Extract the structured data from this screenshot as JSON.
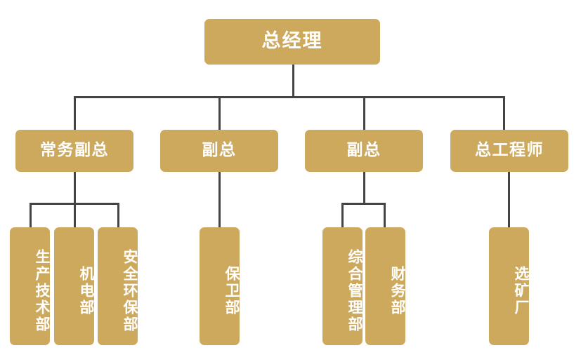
{
  "chart_data": {
    "type": "diagram",
    "diagram_type": "organization-chart",
    "title": "",
    "colors": {
      "node_fill": "#cda95e",
      "node_text": "#ffffff",
      "connector": "#444444",
      "background": "#ffffff"
    },
    "orientation": "top-down",
    "levels": 3,
    "nodes": [
      {
        "id": "n0",
        "label": "总经理",
        "level": 0,
        "parent": null,
        "orientation": "horizontal"
      },
      {
        "id": "n1",
        "label": "常务副总",
        "level": 1,
        "parent": "n0",
        "orientation": "horizontal"
      },
      {
        "id": "n2",
        "label": "副总",
        "level": 1,
        "parent": "n0",
        "orientation": "horizontal"
      },
      {
        "id": "n3",
        "label": "副总",
        "level": 1,
        "parent": "n0",
        "orientation": "horizontal"
      },
      {
        "id": "n4",
        "label": "总工程师",
        "level": 1,
        "parent": "n0",
        "orientation": "horizontal"
      },
      {
        "id": "n5",
        "label": "生产技术部",
        "level": 2,
        "parent": "n1",
        "orientation": "vertical"
      },
      {
        "id": "n6",
        "label": "机电部",
        "level": 2,
        "parent": "n1",
        "orientation": "vertical"
      },
      {
        "id": "n7",
        "label": "安全环保部",
        "level": 2,
        "parent": "n1",
        "orientation": "vertical"
      },
      {
        "id": "n8",
        "label": "保卫部",
        "level": 2,
        "parent": "n2",
        "orientation": "vertical"
      },
      {
        "id": "n9",
        "label": "综合管理部",
        "level": 2,
        "parent": "n3",
        "orientation": "vertical"
      },
      {
        "id": "n10",
        "label": "财务部",
        "level": 2,
        "parent": "n3",
        "orientation": "vertical"
      },
      {
        "id": "n11",
        "label": "选矿厂",
        "level": 2,
        "parent": "n4",
        "orientation": "vertical"
      }
    ],
    "edges": [
      {
        "from": "n0",
        "to": "n1"
      },
      {
        "from": "n0",
        "to": "n2"
      },
      {
        "from": "n0",
        "to": "n3"
      },
      {
        "from": "n0",
        "to": "n4"
      },
      {
        "from": "n1",
        "to": "n5"
      },
      {
        "from": "n1",
        "to": "n6"
      },
      {
        "from": "n1",
        "to": "n7"
      },
      {
        "from": "n2",
        "to": "n8"
      },
      {
        "from": "n3",
        "to": "n9"
      },
      {
        "from": "n3",
        "to": "n10"
      },
      {
        "from": "n4",
        "to": "n11"
      }
    ]
  },
  "org": {
    "root": {
      "label": "总经理"
    },
    "level1": [
      {
        "label": "常务副总"
      },
      {
        "label": "副总"
      },
      {
        "label": "副总"
      },
      {
        "label": "总工程师"
      }
    ],
    "level2": [
      {
        "label": "生产技术部"
      },
      {
        "label": "机电部"
      },
      {
        "label": "安全环保部"
      },
      {
        "label": "保卫部"
      },
      {
        "label": "综合管理部"
      },
      {
        "label": "财务部"
      },
      {
        "label": "选矿厂"
      }
    ]
  }
}
